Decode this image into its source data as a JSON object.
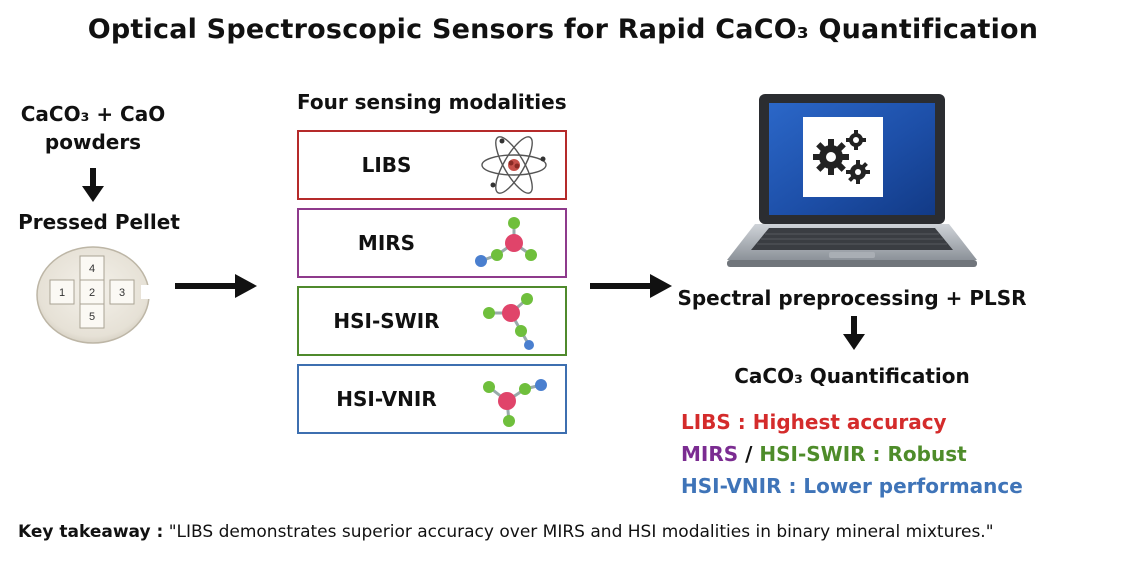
{
  "title": "Optical Spectroscopic Sensors for Rapid CaCO₃ Quantification",
  "input": {
    "powders_line1": "CaCO₃ + CaO",
    "powders_line2": "powders",
    "pellet_label": "Pressed Pellet",
    "pellet_spots": [
      "1",
      "2",
      "3",
      "4",
      "5"
    ]
  },
  "modalities": {
    "heading": "Four sensing modalities",
    "items": [
      {
        "label": "LIBS",
        "color": "#b52a2a",
        "icon": "atom-icon"
      },
      {
        "label": "MIRS",
        "color": "#8e3a8c",
        "icon": "molecule-icon"
      },
      {
        "label": "HSI-SWIR",
        "color": "#4f8a2c",
        "icon": "molecule-icon"
      },
      {
        "label": "HSI-VNIR",
        "color": "#3d6fb0",
        "icon": "molecule-icon"
      }
    ]
  },
  "processing": {
    "label": "Spectral preprocessing + PLSR",
    "laptop_icon": "gears-icon",
    "output": "CaCO₃ Quantification"
  },
  "results": {
    "libs": "LIBS : Highest accuracy",
    "mirs": "MIRS",
    "sep": " / ",
    "swir": "HSI-SWIR : Robust",
    "vnir": "HSI-VNIR : Lower performance",
    "colors": {
      "libs": "#d42b2b",
      "mirs": "#7b2c91",
      "swir": "#4e8c2a",
      "vnir": "#3f74b8"
    }
  },
  "takeaway": {
    "label": "Key takeaway :",
    "text": " \"LIBS demonstrates superior accuracy over MIRS and HSI modalities in binary mineral mixtures.\""
  }
}
